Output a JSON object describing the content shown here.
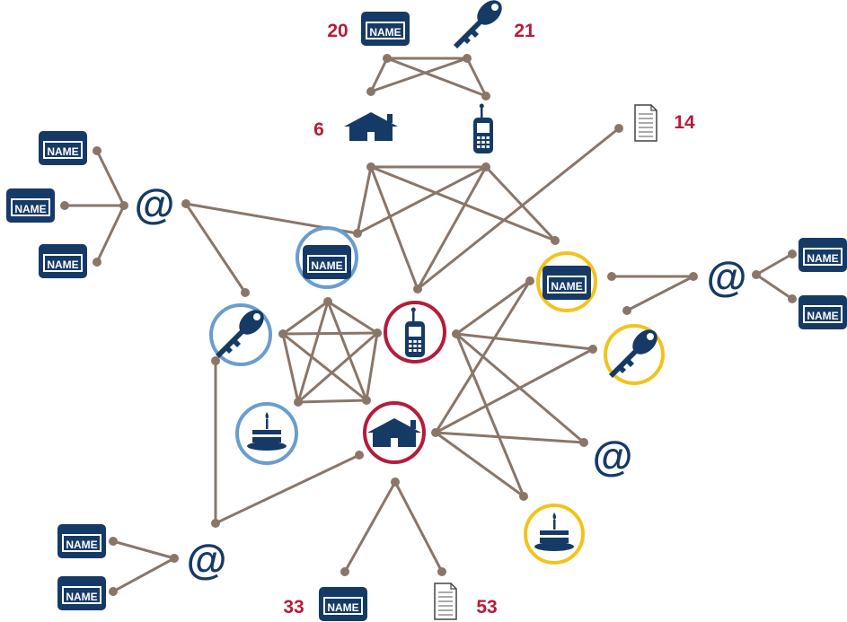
{
  "colors": {
    "edge": "#8a7668",
    "icon": "#163a66",
    "ring_blue": "#6a9dcf",
    "ring_red": "#b51c3a",
    "ring_yellow": "#f3c31c",
    "number": "#b51c3a"
  },
  "name_card_label": "NAME",
  "at_symbol": "@",
  "numbers": {
    "n20": "20",
    "n21": "21",
    "n6": "6",
    "n14": "14",
    "n33": "33",
    "n53": "53"
  },
  "icons": [
    "name-card-icon",
    "key-icon",
    "house-icon",
    "cellphone-icon",
    "document-icon",
    "at-icon",
    "birthday-cake-icon"
  ]
}
